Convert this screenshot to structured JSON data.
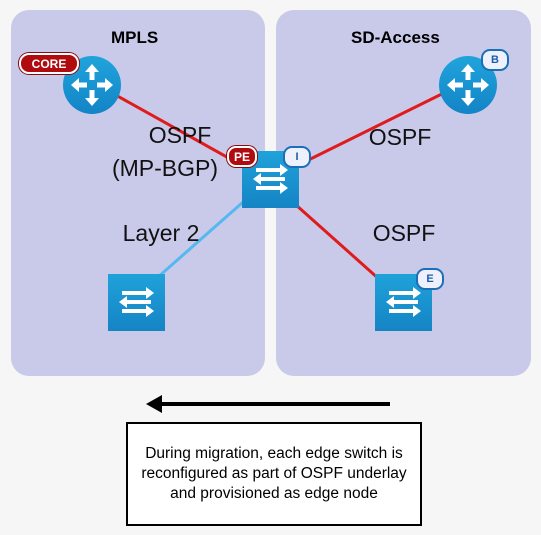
{
  "panels": {
    "left_title": "MPLS",
    "right_title": "SD-Access"
  },
  "labels": {
    "left_ospf": "OSPF",
    "left_mpbgp": "(MP-BGP)",
    "layer2": "Layer 2",
    "right_ospf_top": "OSPF",
    "right_ospf_bottom": "OSPF"
  },
  "tags": {
    "core": "CORE",
    "pe": "PE",
    "intermediate": "I",
    "border": "B",
    "edge": "E"
  },
  "note": "During migration, each edge switch is reconfigured as part of OSPF underlay and provisioned as edge node",
  "colors": {
    "panel": "#c9c9ea",
    "device_blue": "#1a95d3",
    "ospf_link": "#e01b1b",
    "layer2_link": "#55b8ee",
    "tag_red": "#b00c10",
    "badge_border": "#1c6fb7"
  },
  "icons": {
    "core_router": "router-icon",
    "border_router": "router-icon",
    "pe_switch": "switch-icon",
    "edge_switch": "switch-icon",
    "layer2_switch": "switch-icon"
  }
}
